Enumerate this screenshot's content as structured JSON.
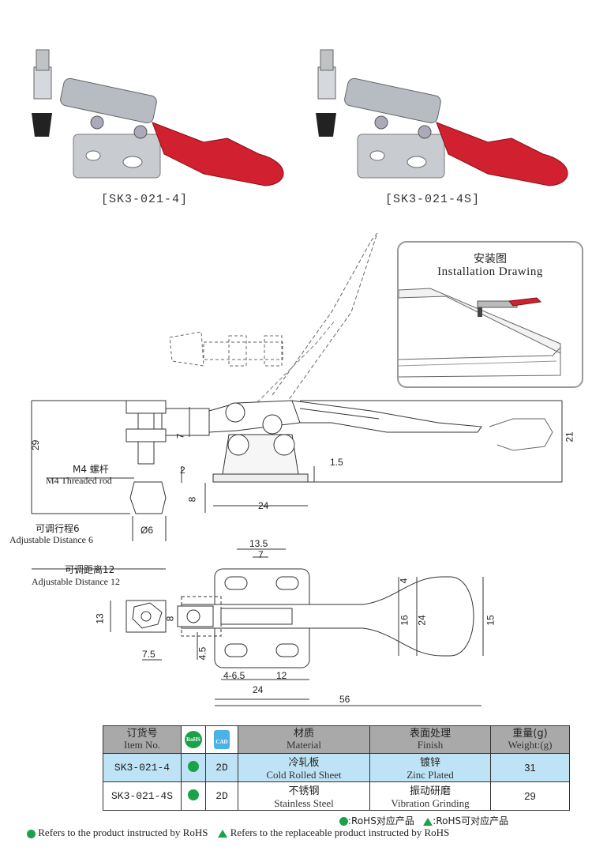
{
  "products": [
    {
      "caption": "[SK3-021-4]"
    },
    {
      "caption": "[SK3-021-4S]"
    }
  ],
  "installation": {
    "title_cn": "安装图",
    "title_en": "Installation Drawing"
  },
  "side_view": {
    "m4_cn": "M4 螺杆",
    "m4_en": "M4 Threaded rod",
    "adj6_cn": "可调行程6",
    "adj6_en": "Adjustable Distance 6",
    "dims": {
      "d29": "29",
      "d7": "7",
      "d2": "2",
      "d8": "8",
      "d15": "1.5",
      "d24": "24",
      "d21": "21",
      "d6": "Ø6"
    }
  },
  "top_view": {
    "adj12_cn": "可调距离12",
    "adj12_en": "Adjustable Distance 12",
    "dims": {
      "d135": "13.5",
      "d7": "7",
      "d4": "4",
      "d16": "16",
      "d24v": "24",
      "d15": "15",
      "d13": "13",
      "d8": "8",
      "d45": "4.5",
      "d75": "7.5",
      "d465": "4-6.5",
      "d12": "12",
      "d24h": "24",
      "d56": "56"
    }
  },
  "table": {
    "headers": {
      "item_cn": "订货号",
      "item_en": "Item No.",
      "rohs": "RoHS",
      "cad": "CAD",
      "mat_cn": "材质",
      "mat_en": "Material",
      "fin_cn": "表面处理",
      "fin_en": "Finish",
      "wt_cn": "重量(g)",
      "wt_en": "Weight:(g)"
    },
    "rows": [
      {
        "item": "SK3-021-4",
        "cad": "2D",
        "mat_cn": "冷轧板",
        "mat_en": "Cold Rolled Sheet",
        "fin_cn": "镀锌",
        "fin_en": "Zinc Plated",
        "weight": "31"
      },
      {
        "item": "SK3-021-4S",
        "cad": "2D",
        "mat_cn": "不锈钢",
        "mat_en": "Stainless Steel",
        "fin_cn": "振动研磨",
        "fin_en": "Vibration Grinding",
        "weight": "29"
      }
    ]
  },
  "legend": {
    "cn_a": ":RoHS对应产品",
    "cn_b": ":RoHS可对应产品",
    "en_a": "Refers to the product instructed by RoHS",
    "en_b": "Refers to the replaceable product instructed by RoHS"
  },
  "colors": {
    "handle_red": "#d1202f",
    "rohs_green": "#1aa14a",
    "row_blue": "#bfe3f6",
    "header_gray": "#a9a9a9"
  }
}
